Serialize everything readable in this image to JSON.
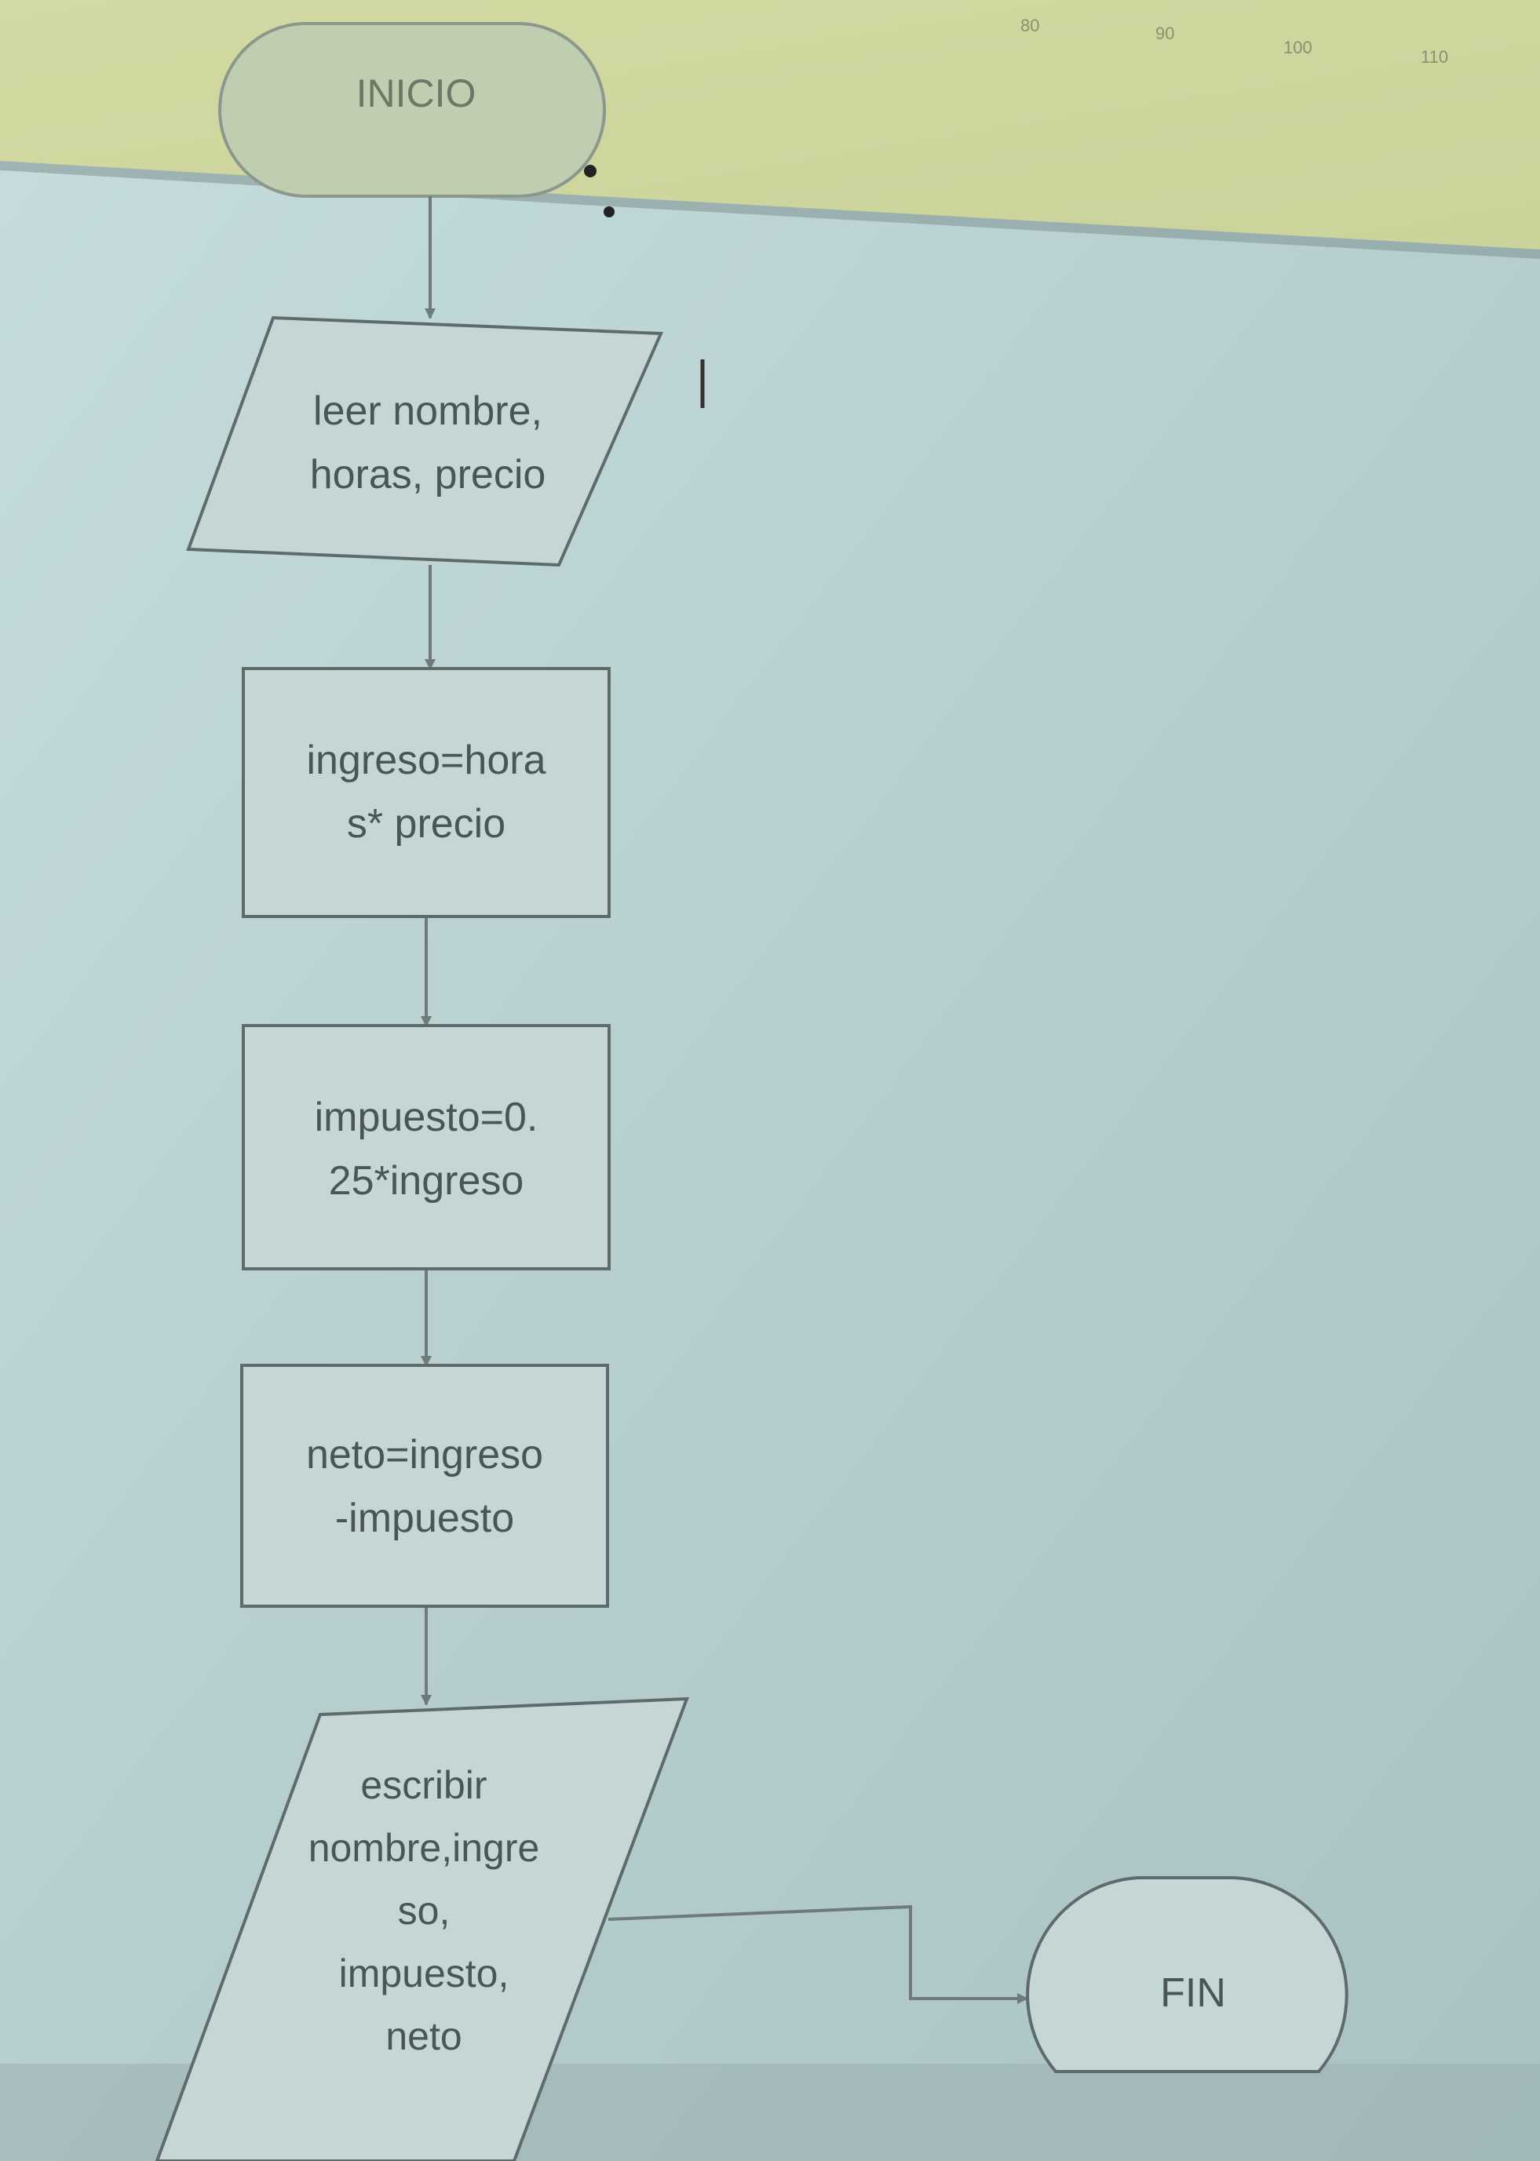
{
  "ruler": {
    "ticks": [
      "80",
      "90",
      "100",
      "110"
    ]
  },
  "flowchart": {
    "start": "INICIO",
    "input": "leer nombre,\nhoras, precio",
    "step1": "ingreso=hora\ns* precio",
    "step2": "impuesto=0.\n25*ingreso",
    "step3": "neto=ingreso\n-impuesto",
    "output": "escribir\nnombre,ingre\nso,\nimpuesto,\nneto",
    "end": "FIN"
  }
}
